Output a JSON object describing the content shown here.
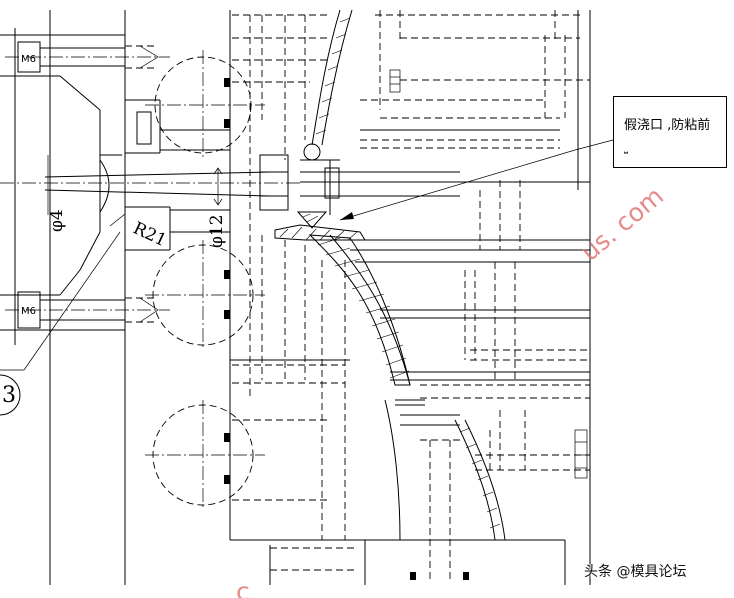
{
  "labels": {
    "m6_top": "M6",
    "m6_bottom": "M6",
    "dia4": "φ4",
    "r21": "R21",
    "dia12": "φ12",
    "item_number": "3"
  },
  "note": {
    "text": "假浇口 ,防粘前",
    "sub": "⎵"
  },
  "watermark": {
    "domain_fragment": "us. com",
    "bottom_fragment": "c"
  },
  "footer": {
    "text": "头条 @模具论坛"
  },
  "colors": {
    "line": "#000000",
    "watermark": "#e06d6d",
    "background": "#ffffff"
  }
}
